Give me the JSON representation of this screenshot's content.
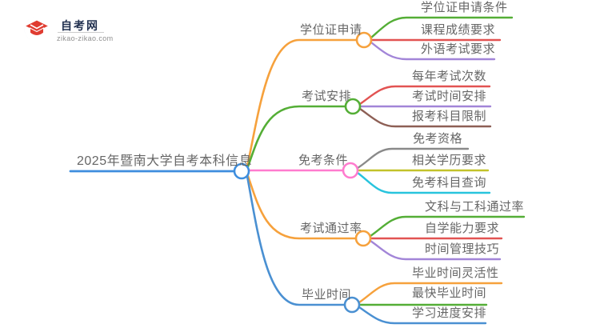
{
  "logo": {
    "title": "自考网",
    "domain": "zikao-zikao.com"
  },
  "root": {
    "label": "2025年暨南大学自考本科信息"
  },
  "branches": [
    {
      "label": "学位证申请",
      "color": "#f6a13c",
      "children": [
        {
          "label": "学位证申请条件",
          "color": "#54ae36"
        },
        {
          "label": "课程成绩要求",
          "color": "#e25352"
        },
        {
          "label": "外语考试要求",
          "color": "#a285d8"
        }
      ]
    },
    {
      "label": "考试安排",
      "color": "#54ae36",
      "children": [
        {
          "label": "每年考试次数",
          "color": "#e25352"
        },
        {
          "label": "考试时间安排",
          "color": "#a285d8"
        },
        {
          "label": "报考科目限制",
          "color": "#8d5f55"
        }
      ]
    },
    {
      "label": "免考条件",
      "color": "#ff7bce",
      "children": [
        {
          "label": "免考资格",
          "color": "#8a8a8a"
        },
        {
          "label": "相关学历要求",
          "color": "#c2c22a"
        },
        {
          "label": "免考科目查询",
          "color": "#28c4dd"
        }
      ]
    },
    {
      "label": "考试通过率",
      "color": "#f6a13c",
      "children": [
        {
          "label": "文科与工科通过率",
          "color": "#54ae36"
        },
        {
          "label": "自学能力要求",
          "color": "#e25352"
        },
        {
          "label": "时间管理技巧",
          "color": "#a285d8"
        }
      ]
    },
    {
      "label": "毕业时间",
      "color": "#4a90d2",
      "children": [
        {
          "label": "毕业时间灵活性",
          "color": "#f6a13c"
        },
        {
          "label": "最快毕业时间",
          "color": "#54ae36"
        },
        {
          "label": "学习进度安排",
          "color": "#4a90d2"
        }
      ]
    }
  ],
  "palette": {
    "root_blue": "#3e8ede",
    "text_gray": "#666666",
    "logo_blue": "#2f6eb5",
    "logo_red": "#e03c31"
  }
}
